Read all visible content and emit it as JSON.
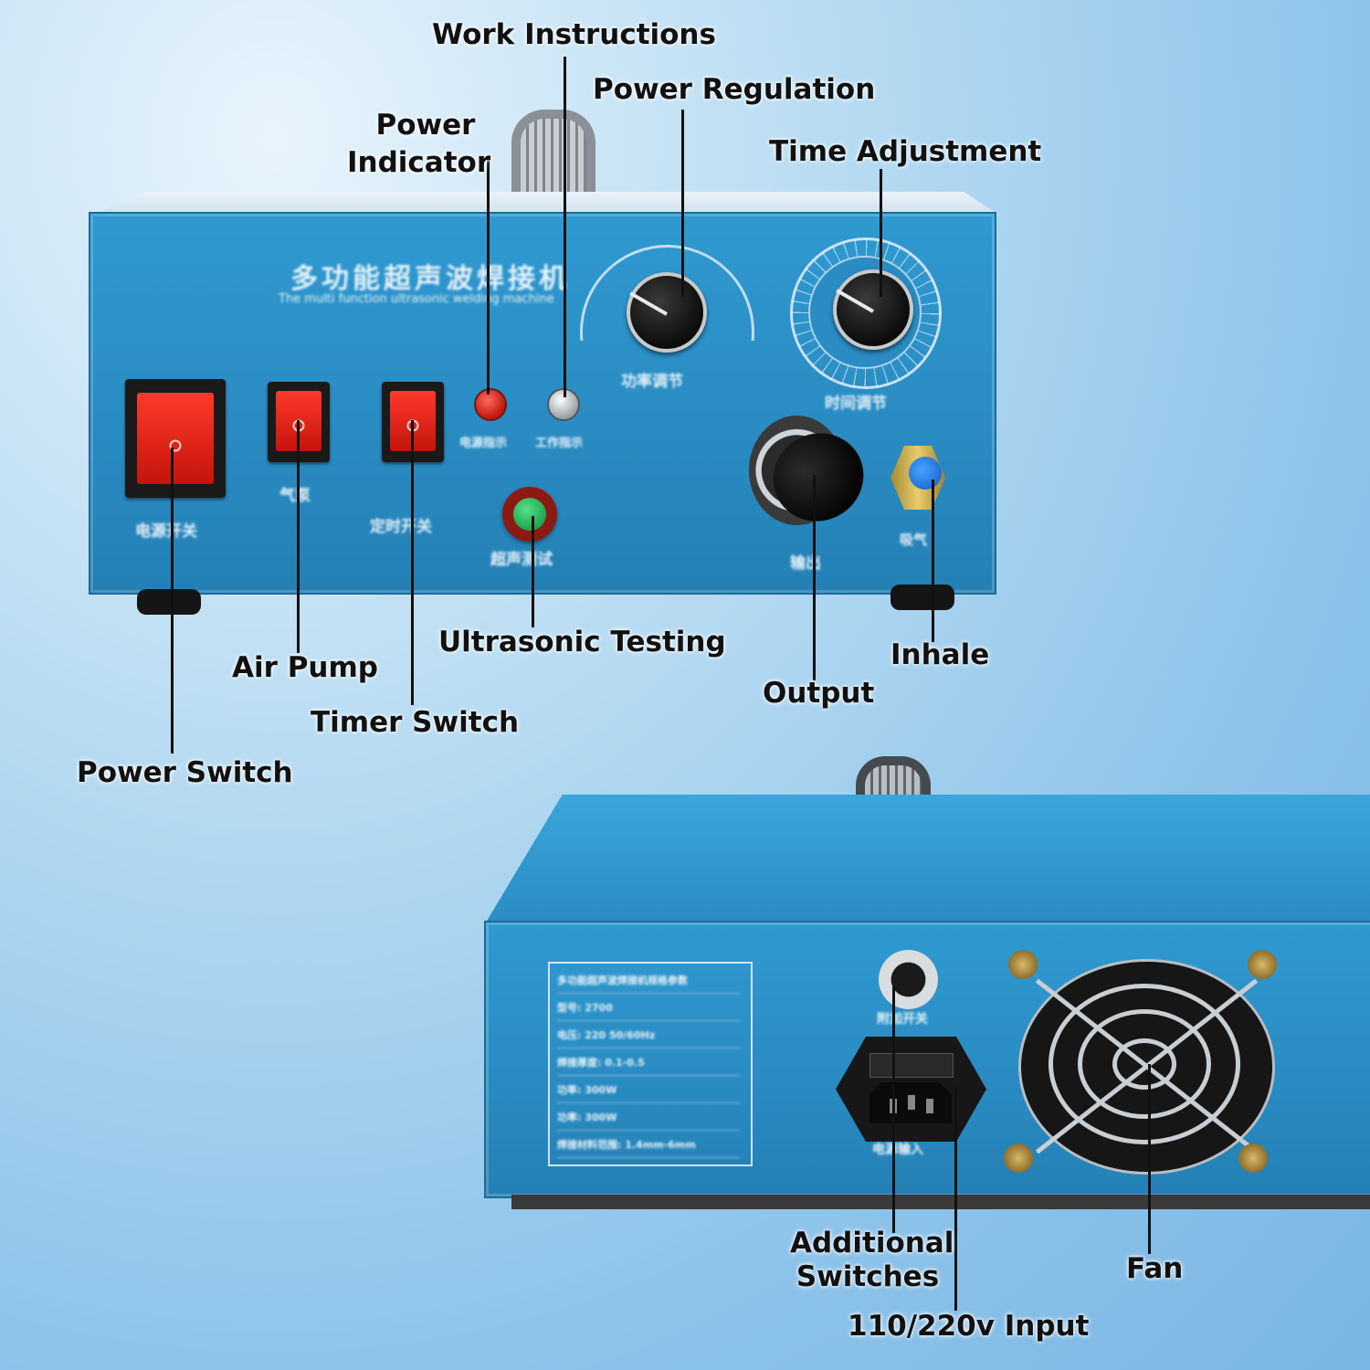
{
  "callouts": {
    "work_instructions": "Work Instructions",
    "power_regulation": "Power Regulation",
    "power_indicator_l1": "Power",
    "power_indicator_l2": "Indicator",
    "time_adjustment": "Time Adjustment",
    "ultrasonic_testing": "Ultrasonic Testing",
    "air_pump": "Air Pump",
    "inhale": "Inhale",
    "output": "Output",
    "timer_switch": "Timer Switch",
    "power_switch": "Power Switch",
    "additional_switches_l1": "Additional",
    "additional_switches_l2": "Switches",
    "fan": "Fan",
    "input": "110/220v Input"
  },
  "front_panel": {
    "title_cn": "多功能超声波焊接机",
    "subtitle": "The multi function ultrasonic welding machine",
    "labels": {
      "power_switch": "电源开关",
      "air_pump": "气泵",
      "timer_switch": "定时开关",
      "power_indicator": "电源指示",
      "work_indicator": "工作指示",
      "power_regulation": "功率调节",
      "time_adjustment": "时间调节",
      "ultrasonic_test": "超声测试",
      "output": "输出",
      "inhale": "吸气"
    }
  },
  "rear_panel": {
    "spec_rows": [
      "多功能超声波焊接机规格参数",
      "型号: 2700",
      "电压: 220 50/60Hz",
      "焊接厚度: 0.1-0.5",
      "功率: 300W",
      "功率: 300W",
      "焊接材料范围: 1.4mm-6mm"
    ],
    "connector_label": "附加开关",
    "input_label": "电源输入"
  },
  "colors": {
    "panel_blue": "#2a8cc3",
    "switch_red": "#e0241a",
    "indicator_red": "#d0231a",
    "ultrasonic_green": "#1ea550",
    "fitting_blue": "#1f6fd6"
  }
}
